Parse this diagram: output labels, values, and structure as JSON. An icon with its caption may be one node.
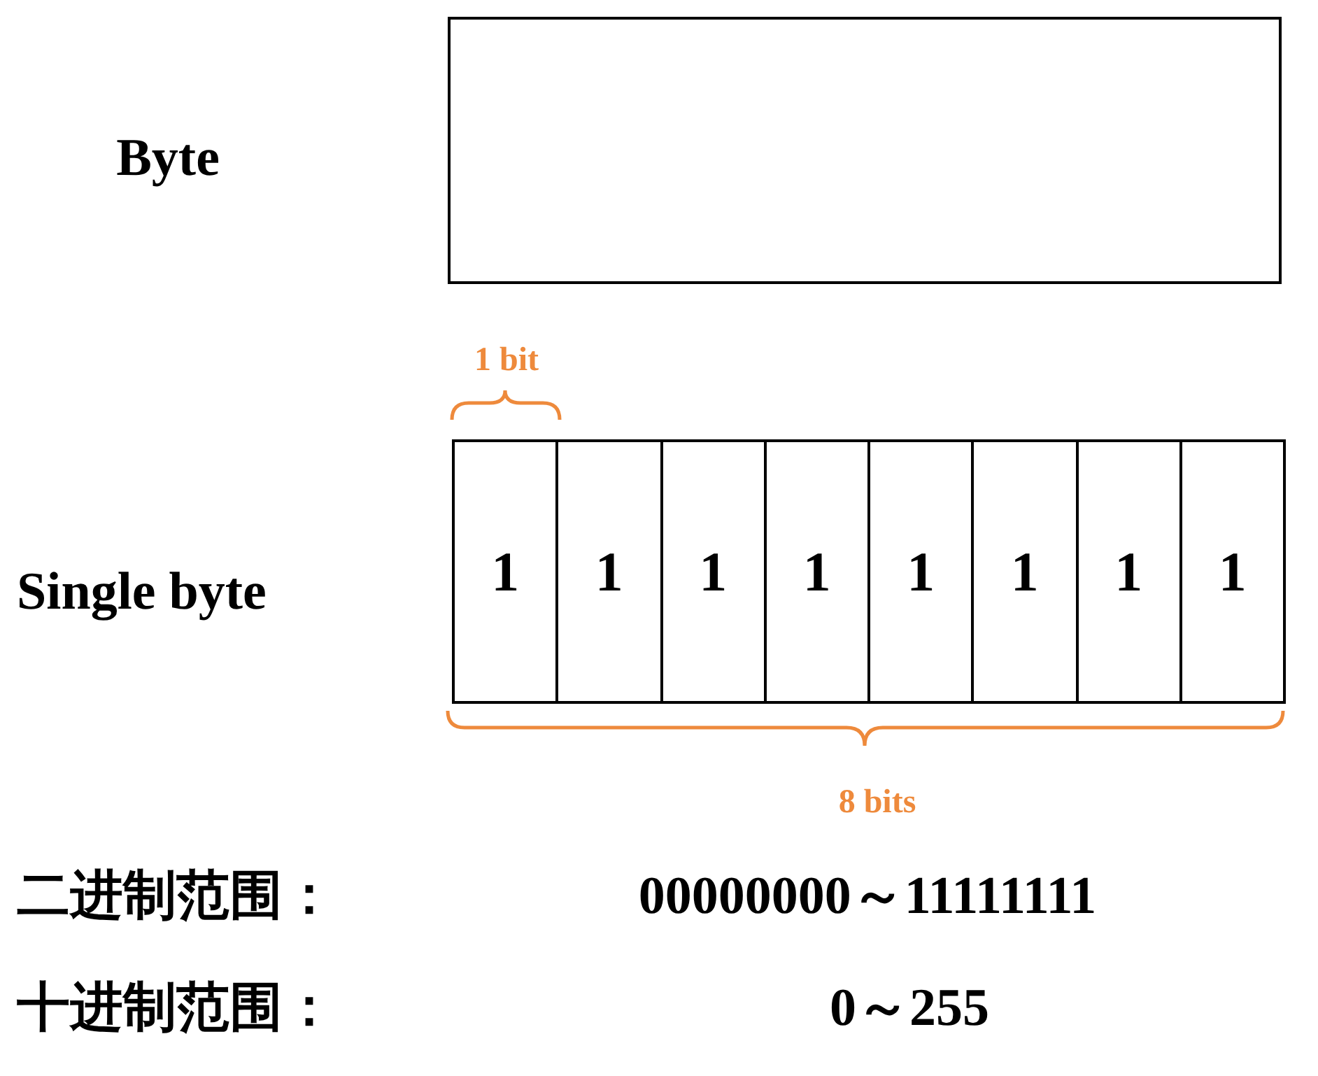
{
  "diagram": {
    "nodes": [
      {
        "text": [],
        "shape": "box"
      },
      {
        "text": [
          "1"
        ]
      },
      {
        "text": [
          "1"
        ]
      },
      {
        "text": [
          "1"
        ]
      },
      {
        "text": [
          "1"
        ]
      },
      {
        "text": [
          "1"
        ]
      },
      {
        "text": [
          "1"
        ]
      },
      {
        "text": [
          "1"
        ]
      },
      {
        "text": [
          "1"
        ]
      }
    ],
    "edges": [],
    "labels": [
      "Byte",
      "1 bit",
      "Single byte",
      "8 bits",
      "二进制范围：",
      "00000000～11111111",
      "十进制范围：",
      "0～255"
    ]
  }
}
